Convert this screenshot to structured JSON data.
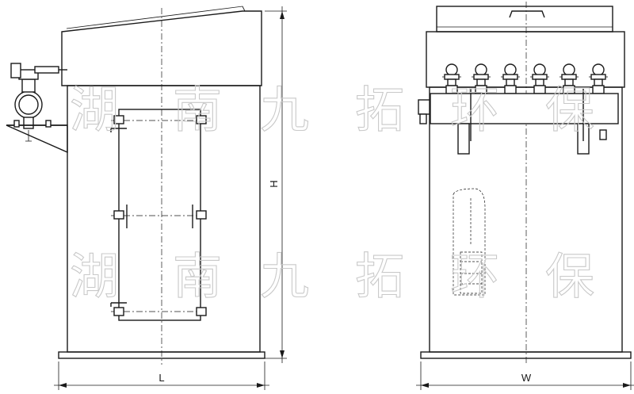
{
  "watermark": {
    "row1": [
      "湖",
      "南",
      "九",
      "拓",
      "环",
      "保"
    ],
    "row2": [
      "湖",
      "南",
      "九",
      "拓",
      "环",
      "保"
    ]
  },
  "dimensions": {
    "height_label": "H",
    "length_label": "L",
    "width_label": "W"
  },
  "colors": {
    "line": "#1a1a1a",
    "watermark": "#c9c9c9",
    "background": "#ffffff"
  },
  "icons": {
    "side_view": "dust-collector-side-view",
    "front_view": "dust-collector-front-view",
    "pulse_valve": "pulse-valve-icon",
    "door_hinge": "hinge-icon",
    "door_latch": "latch-icon"
  }
}
